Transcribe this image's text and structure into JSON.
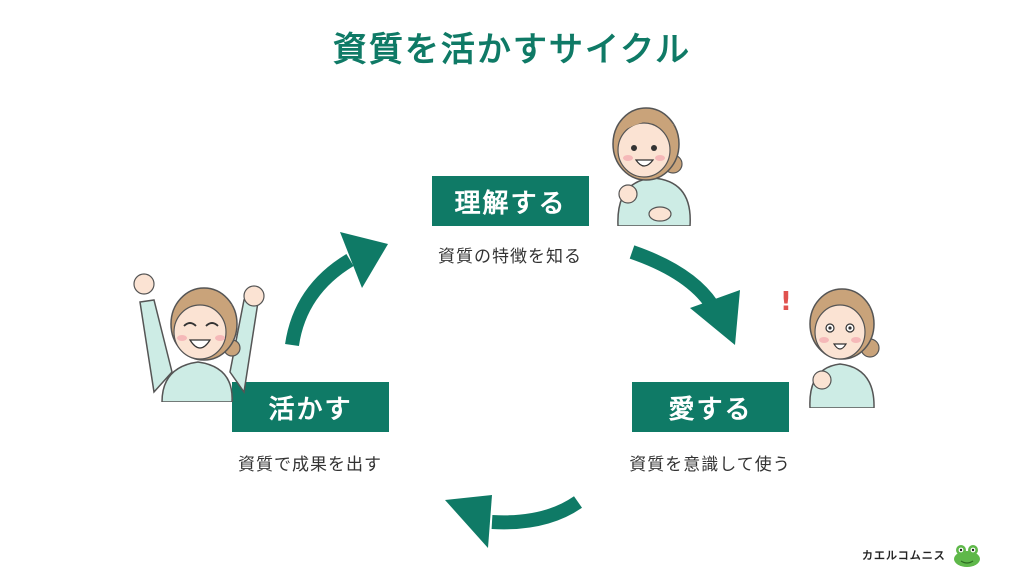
{
  "title": "資質を活かすサイクル",
  "steps": [
    {
      "label": "理解する",
      "description": "資質の特徴を知る"
    },
    {
      "label": "愛する",
      "description": "資質を意識して使う"
    },
    {
      "label": "活かす",
      "description": "資質で成果を出す"
    }
  ],
  "exclamation": "!",
  "logo": {
    "text": "カエルコムニス"
  },
  "colors": {
    "accent": "#0f7a66",
    "skin": "#fbe3d3",
    "hair": "#c9a37a",
    "shirt": "#cdece5"
  }
}
